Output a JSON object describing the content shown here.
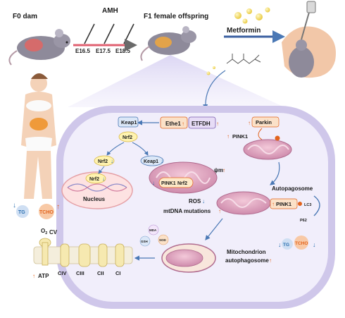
{
  "top": {
    "f0_label": "F0 dam",
    "amh_label": "AMH",
    "timepoints": [
      "E16.5",
      "E17.5",
      "E18.5"
    ],
    "f1_label": "F1 female offspring",
    "metformin_label": "Metformin"
  },
  "cell": {
    "ethe1": "Ethe1",
    "etfdh": "ETFDH",
    "keap1": "Keap1",
    "nrf2": "Nrf2",
    "keap1_down": "Keap1",
    "nrf2_nucleus": "Nrf2",
    "nucleus": "Nucleus",
    "pink1_nrf2_pink1": "PINK1",
    "pink1_nrf2_nrf2": "Nrf2",
    "psi_m": "ψm",
    "ros": "ROS",
    "mtdna": "mtDNA mutations",
    "parkin": "Parkin",
    "pink1": "PINK1",
    "autophagosome": "Autopagosome",
    "pink1_box": "PINK1",
    "lc3": "LC3",
    "p62": "P62",
    "mito_auto_line1": "Mitochondrion",
    "mito_auto_line2": "autophagosome",
    "tg": "TG",
    "tcho": "TCHO",
    "tg_right": "TG",
    "tcho_right": "TCHO",
    "mda": "MDA",
    "gsh": "GSH",
    "sod": "SOD",
    "o2": "O",
    "o2_sub": "2",
    "cv": "CV",
    "atp": "ATP",
    "complexes": [
      "CIV",
      "CIII",
      "CII",
      "CI"
    ],
    "up_arrow": "↑",
    "down_arrow": "↓"
  },
  "colors": {
    "membrane": "#cfc7ea",
    "cell_fill": "#f1eefb",
    "up": "#e2631d",
    "down": "#2a6fb0",
    "mito": "#d9a2bd",
    "box_orange": "#fbe1c8"
  }
}
